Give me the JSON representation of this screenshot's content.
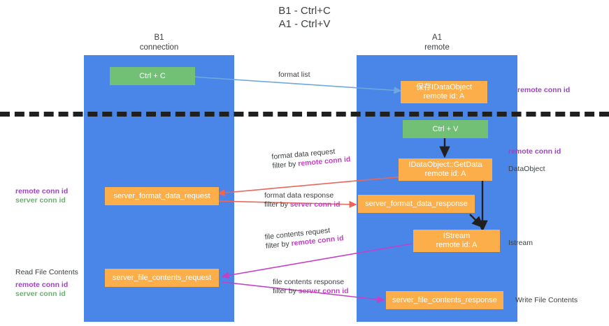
{
  "title": "B1 - Ctrl+C\nA1 - Ctrl+V",
  "lanes": [
    {
      "name": "lane-b1",
      "line1": "B1",
      "line2": "connection"
    },
    {
      "name": "lane-a1",
      "line1": "A1",
      "line2": "remote"
    }
  ],
  "nodes": {
    "ctrl_c": {
      "line1": "Ctrl + C",
      "line2": ""
    },
    "store_idataobject": {
      "line1": "保存IDataObject",
      "line2": "remote id: A"
    },
    "ctrl_v": {
      "line1": "Ctrl + V",
      "line2": ""
    },
    "getdata": {
      "line1": "IDataObject::GetData",
      "line2": "remote id: A"
    },
    "fmt_req": {
      "line1": "server_format_data_request",
      "line2": ""
    },
    "fmt_res": {
      "line1": "server_format_data_response",
      "line2": ""
    },
    "istream": {
      "line1": "IStream",
      "line2": "remote id: A"
    },
    "file_req": {
      "line1": "server_file_contents_request",
      "line2": ""
    },
    "file_res": {
      "line1": "server_file_contents_response",
      "line2": ""
    }
  },
  "edge_labels": {
    "format_list": "format list",
    "fmt_req_l1": "format data request",
    "fmt_req_l2_prefix": "filter by ",
    "fmt_req_l2_key": "remote conn id",
    "fmt_res_l1": "format data response",
    "fmt_res_l2_prefix": "filter by ",
    "fmt_res_l2_key": "server conn id",
    "file_req_l1": "file contents request",
    "file_req_l2_prefix": "filter by ",
    "file_req_l2_key": "remote conn id",
    "file_res_l1": "file contents response",
    "file_res_l2_prefix": "filter by ",
    "file_res_l2_key": "server conn id"
  },
  "annotations": {
    "right_remote_conn_1": "remote conn id",
    "right_remote_conn_2": "remote conn id",
    "right_dataobject": "DataObject",
    "right_istream": "Istream",
    "right_write_file": "Write File Contents",
    "left_read_file": "Read File Contents",
    "left_mid_purple": "remote conn id",
    "left_mid_green": "server conn id",
    "left_bot_purple": "remote conn id",
    "left_bot_green": "server conn id"
  },
  "colors": {
    "lane": "#4a86e8",
    "green": "#72c076",
    "orange": "#fbae49",
    "purple": "#a142c4",
    "magenta": "#c640c6",
    "red": "#e8675a",
    "blue": "#6fa8dc",
    "text": "#3c4043",
    "black": "#202020"
  }
}
